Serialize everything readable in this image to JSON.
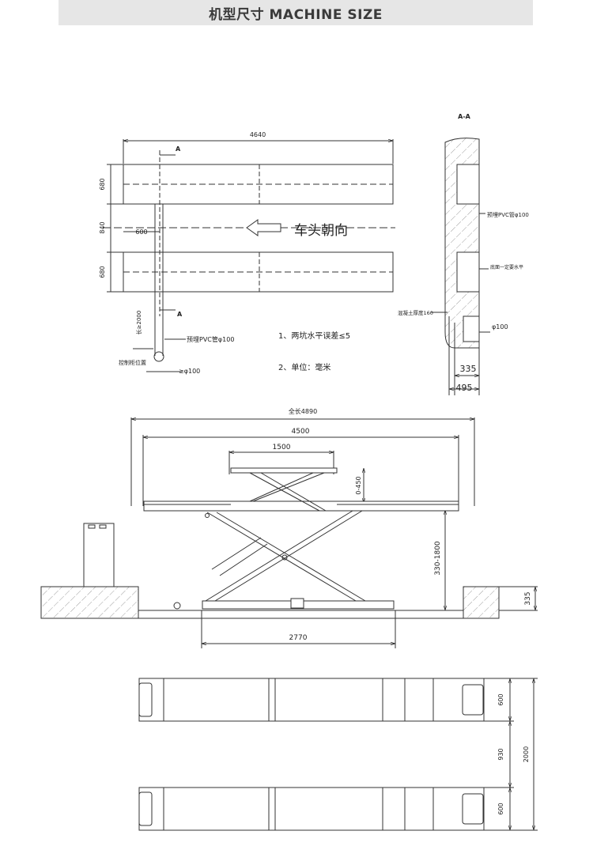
{
  "header": {
    "title": "机型尺寸  MACHINE SIZE"
  },
  "top_view": {
    "dim_length": "4640",
    "dim_width_top": "680",
    "dim_gap": "840",
    "dim_width_bottom": "680",
    "dim_offset": "600",
    "section_mark": "A",
    "direction_label": "车头朝向",
    "pipe_length": "长≥2000",
    "pipe_label": "预埋PVC管φ100",
    "control_box_label": "控制柜位置",
    "pipe_dia": "≥φ100",
    "notes": [
      "1、两坑水平误差≤5",
      "2、单位：毫米"
    ]
  },
  "section_view": {
    "title": "A-A",
    "pvc_label": "预埋PVC管φ100",
    "floor_label": "底面一定要水平",
    "concrete_label": "混凝土厚度160",
    "pipe_dia": "φ100",
    "dim_335": "335",
    "dim_495": "495"
  },
  "side_view": {
    "total_length": "全长4890",
    "platform_length": "4500",
    "top_table": "1500",
    "aux_lift": "0-450",
    "lift_height": "330-1800",
    "pit_depth": "335",
    "base_length": "2770"
  },
  "bottom_view": {
    "dim_600_top": "600",
    "dim_930": "930",
    "dim_600_bottom": "600",
    "dim_total": "2000"
  }
}
